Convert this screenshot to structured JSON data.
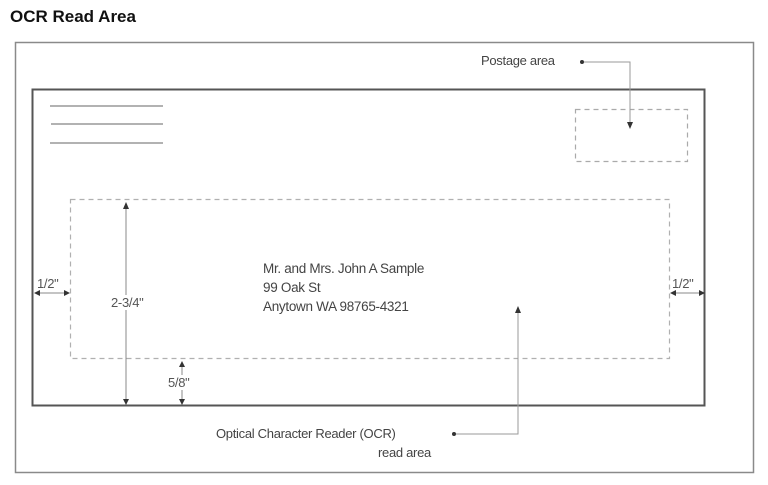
{
  "title": "OCR Read Area",
  "labels": {
    "postage_area": "Postage area",
    "ocr_line1": "Optical Character Reader (OCR)",
    "ocr_line2": "read area"
  },
  "address": {
    "line1": "Mr. and Mrs. John A Sample",
    "line2": "99 Oak St",
    "line3": "Anytown WA 98765-4321"
  },
  "dimensions": {
    "left_margin": "1/2\"",
    "right_margin": "1/2\"",
    "height": "2-3/4\"",
    "bottom_margin": "5/8\""
  },
  "colors": {
    "frame": "#8a8a8a",
    "envelope": "#555555",
    "dashed": "#b0b0b0",
    "leader": "#9a9a9a",
    "text": "#444444"
  }
}
